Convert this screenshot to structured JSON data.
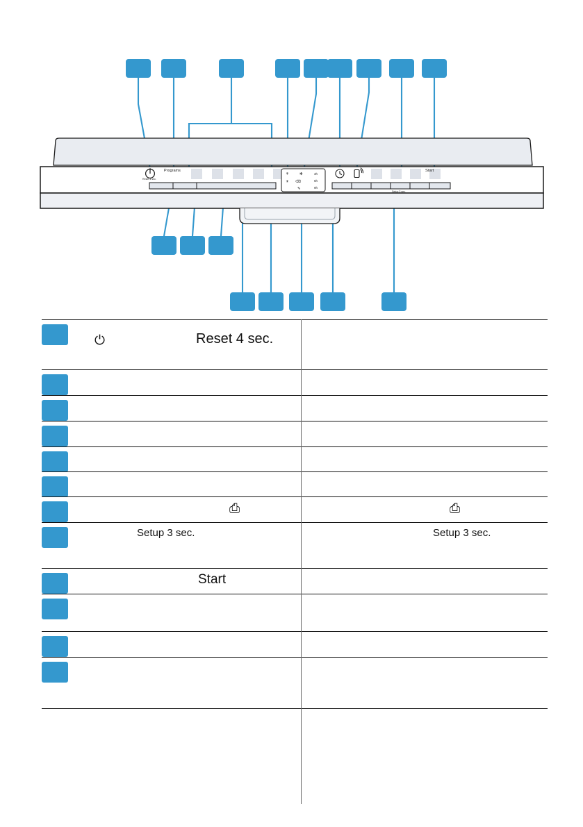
{
  "document": {
    "type": "appliance-control-panel-diagram",
    "subject": "dishwasher control panel",
    "accent_color": "#3498ce",
    "panel_fill": "#e9ecf1",
    "line_color": "#1a1a1a"
  },
  "panel": {
    "power_button": {
      "icon": "power-icon",
      "glyph": "⏻",
      "sublabel": "Reset 4 sec."
    },
    "programs_label": "Programs",
    "program_buttons": [
      {
        "name": "program-button-1",
        "label": ""
      },
      {
        "name": "program-button-2",
        "label": ""
      },
      {
        "name": "program-button-3",
        "label": ""
      },
      {
        "name": "program-button-4",
        "label": ""
      },
      {
        "name": "program-button-5",
        "label": ""
      }
    ],
    "program_slider": {
      "name": "program-indicator-bar",
      "segments": 3
    },
    "display": {
      "icons_left": [
        {
          "name": "salt-icon",
          "glyph": "⚘"
        },
        {
          "name": "rinse-aid-icon",
          "glyph": "✻"
        },
        {
          "name": "brightness-icon",
          "glyph": "☀"
        },
        {
          "name": "no-water-icon",
          "glyph": "⌀"
        }
      ],
      "icons_right": [
        {
          "name": "water-tap-icon",
          "glyph": "▼"
        },
        {
          "name": "wrench-icon",
          "glyph": "✒"
        }
      ],
      "delay_times": [
        "3h",
        "6h",
        "9h"
      ]
    },
    "timer_button": {
      "name": "delay-timer-icon",
      "glyph": "◴"
    },
    "remote_button": {
      "name": "remote-start-icon",
      "glyph": "⎙"
    },
    "option_buttons": [
      {
        "name": "option-button-1",
        "label": ""
      },
      {
        "name": "option-button-2",
        "label": ""
      },
      {
        "name": "option-button-3",
        "label": ""
      },
      {
        "name": "option-button-4",
        "label": ""
      }
    ],
    "start_label": "Start",
    "option_slider": {
      "name": "option-indicator-bar",
      "segments": 6,
      "caption": "Setup 3 sec."
    }
  },
  "callouts": {
    "top_row": [
      {
        "name": "callout-1",
        "label": ""
      },
      {
        "name": "callout-2",
        "label": ""
      },
      {
        "name": "callout-3",
        "label": ""
      },
      {
        "name": "callout-4",
        "label": ""
      },
      {
        "name": "callout-5",
        "label": ""
      },
      {
        "name": "callout-6",
        "label": ""
      },
      {
        "name": "callout-7",
        "label": ""
      },
      {
        "name": "callout-8",
        "label": ""
      },
      {
        "name": "callout-9",
        "label": ""
      },
      {
        "name": "callout-10",
        "label": ""
      }
    ],
    "mid_row": [
      {
        "name": "callout-11",
        "label": ""
      },
      {
        "name": "callout-12",
        "label": ""
      },
      {
        "name": "callout-13",
        "label": ""
      }
    ],
    "bottom_row": [
      {
        "name": "callout-14",
        "label": ""
      },
      {
        "name": "callout-15",
        "label": ""
      },
      {
        "name": "callout-16",
        "label": ""
      },
      {
        "name": "callout-17",
        "label": ""
      },
      {
        "name": "callout-18",
        "label": ""
      }
    ]
  },
  "legend": {
    "rows": [
      {
        "name": "legend-row-1",
        "height": 72,
        "rule": "thick",
        "col_a_icon": "⏻",
        "col_a_icon_name": "power-icon",
        "col_a_text": "Reset 4 sec.",
        "col_b_icon": "",
        "col_b_text": ""
      },
      {
        "name": "legend-row-2",
        "height": 37,
        "rule": "thick",
        "col_a_icon": "",
        "col_a_text": "",
        "col_b_icon": "",
        "col_b_text": ""
      },
      {
        "name": "legend-row-3",
        "height": 37,
        "rule": "thick",
        "col_a_icon": "",
        "col_a_text": "",
        "col_b_icon": "",
        "col_b_text": ""
      },
      {
        "name": "legend-row-4",
        "height": 37,
        "rule": "thick",
        "col_a_icon": "",
        "col_a_text": "",
        "col_b_icon": "",
        "col_b_text": ""
      },
      {
        "name": "legend-row-5",
        "height": 36,
        "rule": "thin",
        "col_a_icon": "",
        "col_a_text": "",
        "col_b_icon": "",
        "col_b_text": ""
      },
      {
        "name": "legend-row-6",
        "height": 36,
        "rule": "thin",
        "col_a_icon": "",
        "col_a_text": "",
        "col_b_icon": "",
        "col_b_text": ""
      },
      {
        "name": "legend-row-7",
        "height": 37,
        "rule": "thin",
        "col_a_icon": "⎙",
        "col_a_icon_name": "remote-start-icon",
        "col_a_text": "",
        "col_b_icon": "⎙",
        "col_b_icon_name": "remote-start-icon",
        "col_b_text": ""
      },
      {
        "name": "legend-row-8",
        "height": 66,
        "rule": "thin",
        "col_a_icon": "",
        "col_a_text": "Setup 3 sec.",
        "col_b_icon": "",
        "col_b_text": "Setup 3 sec."
      },
      {
        "name": "legend-row-9",
        "height": 37,
        "rule": "thick",
        "col_a_icon": "",
        "col_a_text": "Start",
        "col_b_icon": "",
        "col_b_text": ""
      },
      {
        "name": "legend-row-10",
        "height": 54,
        "rule": "thick",
        "col_a_icon": "",
        "col_a_text": "",
        "col_b_icon": "",
        "col_b_text": ""
      },
      {
        "name": "legend-row-11",
        "height": 37,
        "rule": "thin",
        "col_a_icon": "",
        "col_a_text": "",
        "col_b_icon": "",
        "col_b_text": ""
      },
      {
        "name": "legend-row-12",
        "height": 75,
        "rule": "thin",
        "col_a_icon": "",
        "col_a_text": "",
        "col_b_icon": "",
        "col_b_text": ""
      }
    ]
  }
}
